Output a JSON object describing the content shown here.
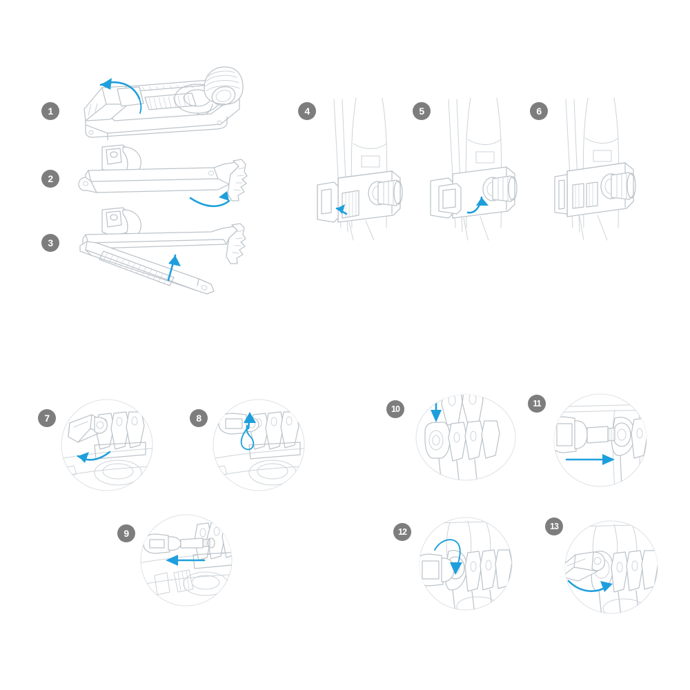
{
  "document": {
    "title": "Camera Mount Installation Instructions",
    "type": "exploded-assembly-instruction-diagram",
    "background_color": "#ffffff",
    "line_color": "#bcc3c9",
    "arrow_color": "#1e9fdc",
    "badge_color": "#7d7d7d",
    "badge_text_color": "#ffffff",
    "total_steps": 13
  },
  "groups": [
    {
      "id": "group-upper-left",
      "name": "clip-assembly-steps",
      "steps": [
        "1",
        "2",
        "3"
      ]
    },
    {
      "id": "group-upper-right",
      "name": "strap-mounting-steps",
      "steps": [
        "4",
        "5",
        "6"
      ]
    },
    {
      "id": "group-lower-left",
      "name": "thumbscrew-removal-steps",
      "steps": [
        "7",
        "8",
        "9"
      ]
    },
    {
      "id": "group-lower-right",
      "name": "camera-attachment-steps",
      "steps": [
        "10",
        "11",
        "12",
        "13"
      ]
    }
  ],
  "steps": [
    {
      "number": "1",
      "name": "step-1-open-clip-body",
      "badge": "1",
      "art": "clip-body-top-view",
      "arrow": "curved-arrow-pointing-up-left",
      "framed": false
    },
    {
      "number": "2",
      "name": "step-2-release-lever",
      "badge": "2",
      "art": "clip-side-view-with-lever",
      "arrow": "curved-arrow-pointing-right",
      "framed": false
    },
    {
      "number": "3",
      "name": "step-3-open-jaw",
      "badge": "3",
      "art": "clip-side-view-jaw-open",
      "arrow": "straight-arrow-pointing-up",
      "framed": false
    },
    {
      "number": "4",
      "name": "step-4-position-on-strap",
      "badge": "4",
      "art": "clamp-on-backpack-strap",
      "arrow": "short-arrow-pointing-left",
      "framed": false
    },
    {
      "number": "5",
      "name": "step-5-close-retainer",
      "badge": "5",
      "art": "clamp-retainer-closing",
      "arrow": "curved-arrow-pointing-up-right",
      "framed": false
    },
    {
      "number": "6",
      "name": "step-6-clamp-secured",
      "badge": "6",
      "art": "clamp-secured-on-strap",
      "arrow": "none",
      "framed": false
    },
    {
      "number": "7",
      "name": "step-7-lift-thumbscrew-lever",
      "badge": "7",
      "art": "thumbscrew-lever-lifting-detail",
      "arrow": "curved-arrow-pointing-left",
      "framed": true
    },
    {
      "number": "8",
      "name": "step-8-unscrew-thumbscrew",
      "badge": "8",
      "art": "thumbscrew-rotating-detail",
      "arrow": "loop-arrow-pointing-up",
      "framed": true
    },
    {
      "number": "9",
      "name": "step-9-withdraw-thumbscrew",
      "badge": "9",
      "art": "thumbscrew-withdrawing-detail",
      "arrow": "straight-arrow-pointing-left",
      "framed": true
    },
    {
      "number": "10",
      "name": "step-10-align-camera-mount-fingers",
      "badge": "10",
      "art": "camera-mount-fingers-aligning",
      "arrow": "straight-arrow-pointing-down",
      "framed": true
    },
    {
      "number": "11",
      "name": "step-11-insert-thumbscrew",
      "badge": "11",
      "art": "thumbscrew-inserting-detail",
      "arrow": "straight-arrow-pointing-right",
      "framed": true
    },
    {
      "number": "12",
      "name": "step-12-tighten-thumbscrew",
      "badge": "12",
      "art": "thumbscrew-tightening-detail",
      "arrow": "curved-arrow-pointing-down",
      "framed": true
    },
    {
      "number": "13",
      "name": "step-13-fold-lever-to-lock",
      "badge": "13",
      "art": "thumbscrew-lever-folding-detail",
      "arrow": "curved-arrow-pointing-right",
      "framed": true
    }
  ]
}
